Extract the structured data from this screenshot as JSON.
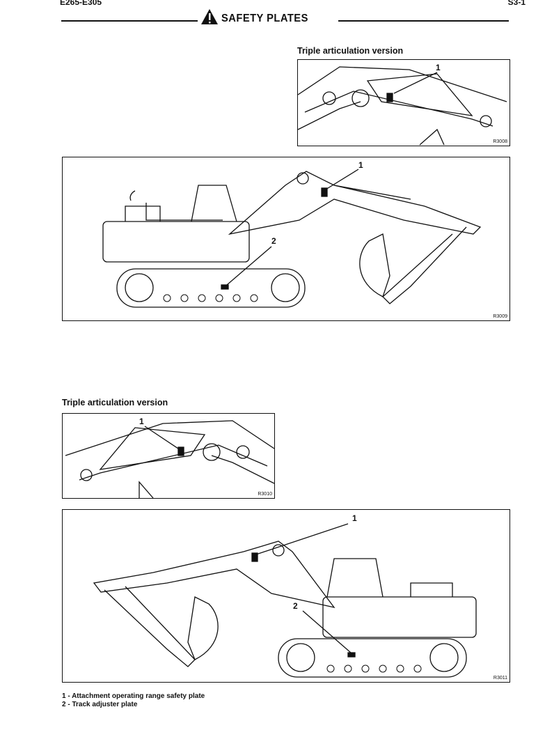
{
  "header": {
    "model": "E265-E305",
    "page": "S3-1",
    "title": "SAFETY PLATES",
    "icon": "warning-triangle-icon"
  },
  "figures": [
    {
      "label": "Triple articulation version",
      "code": "R3008",
      "callouts": [
        "1"
      ]
    },
    {
      "code": "R3009",
      "callouts": [
        "1",
        "2"
      ]
    },
    {
      "label": "Triple articulation version",
      "code": "R3010",
      "callouts": [
        "1"
      ]
    },
    {
      "code": "R3011",
      "callouts": [
        "1",
        "2"
      ]
    }
  ],
  "legend": [
    "1 - Attachment operating range safety plate",
    "2 - Track adjuster plate"
  ]
}
